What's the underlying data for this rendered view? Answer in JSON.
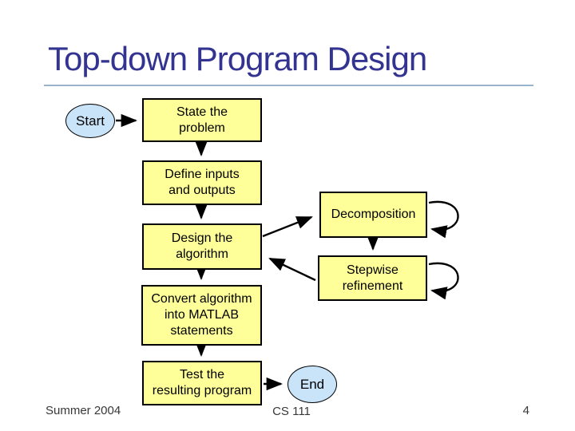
{
  "slide": {
    "title": "Top-down Program Design",
    "footer": {
      "date": "Summer 2004",
      "course": "CS 111",
      "page_number": "4"
    }
  },
  "colors": {
    "title_text": "#333391",
    "divider": "#9AB3CD",
    "process_fill": "#FFFF99",
    "terminal_fill": "#C9E3F8",
    "shape_border": "#000000",
    "shape_text": "#000000",
    "footer_text": "#383838",
    "background": "#FFFFFF"
  },
  "flowchart": {
    "nodes": {
      "start": {
        "label": "Start",
        "shape": "ellipse"
      },
      "state": {
        "label": "State the\nproblem",
        "shape": "rect"
      },
      "define": {
        "label": "Define inputs\nand outputs",
        "shape": "rect"
      },
      "decomposition": {
        "label": "Decomposition",
        "shape": "rect"
      },
      "design": {
        "label": "Design the\nalgorithm",
        "shape": "rect"
      },
      "stepwise": {
        "label": "Stepwise\nrefinement",
        "shape": "rect"
      },
      "convert": {
        "label": "Convert algorithm\ninto MATLAB\nstatements",
        "shape": "rect"
      },
      "test": {
        "label": "Test the\nresulting program",
        "shape": "rect"
      },
      "end": {
        "label": "End",
        "shape": "ellipse"
      }
    },
    "edges": [
      {
        "from": "start",
        "to": "state",
        "type": "arrow"
      },
      {
        "from": "state",
        "to": "define",
        "type": "arrow"
      },
      {
        "from": "define",
        "to": "design",
        "type": "arrow"
      },
      {
        "from": "design",
        "to": "decomposition",
        "type": "arrow"
      },
      {
        "from": "decomposition",
        "to": "stepwise",
        "type": "arrow"
      },
      {
        "from": "stepwise",
        "to": "design",
        "type": "arrow"
      },
      {
        "from": "design",
        "to": "convert",
        "type": "arrow"
      },
      {
        "from": "convert",
        "to": "test",
        "type": "arrow"
      },
      {
        "from": "test",
        "to": "end",
        "type": "arrow"
      },
      {
        "from": "decomposition",
        "to": "decomposition",
        "type": "self-loop"
      },
      {
        "from": "stepwise",
        "to": "stepwise",
        "type": "self-loop"
      }
    ]
  }
}
